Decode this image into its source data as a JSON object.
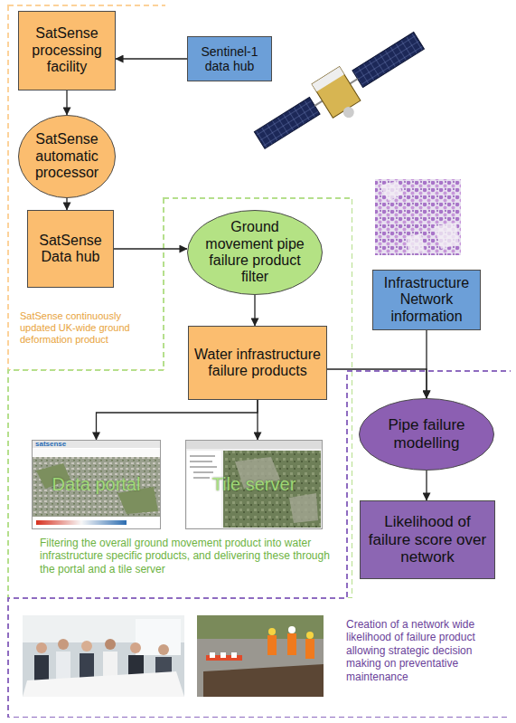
{
  "diagram": {
    "nodes": [
      {
        "text": [
          "SatSense continuously updated UK-wide ground deformation product"
        ]
      },
      {
        "text": [
          "SatSense processing facility"
        ],
        "in": 0
      },
      {
        "text": [
          "Sentinel-1 data hub"
        ]
      },
      {
        "text": [
          "SatSense automatic processor"
        ],
        "in": 0
      },
      {
        "text": [
          "SatSense Data hub"
        ],
        "in": 0
      },
      {
        "text": [
          "Filtering the overall ground movement product into water infrastructure specific products, and delivering these through the portal and a tile server"
        ]
      },
      {
        "text": [
          "Ground movement pipe failure product filter"
        ],
        "in": 5
      },
      {
        "text": [
          "Water infrastructure failure products"
        ],
        "in": 5
      },
      {
        "text": [
          "Infrastructure Network information"
        ]
      },
      {
        "text": [
          "Data portal"
        ],
        "in": 5
      },
      {
        "text": [
          "Tile server"
        ],
        "in": 5
      },
      {
        "text": [
          "Creation of a network wide likelihood of failure product allowing strategic decision making on preventative maintenance"
        ]
      },
      {
        "text": [
          "Pipe failure modelling"
        ],
        "in": 11
      },
      {
        "text": [
          "Likelihood of failure score over network"
        ],
        "in": 11
      }
    ],
    "edges": [
      {
        "from": 2,
        "to": 1,
        "arrow": "to"
      },
      {
        "from": 1,
        "to": 3,
        "arrow": "to"
      },
      {
        "from": 3,
        "to": 4,
        "arrow": "to"
      },
      {
        "from": 4,
        "to": 6,
        "arrow": "to"
      },
      {
        "from": 6,
        "to": 7,
        "arrow": "to"
      },
      {
        "from": 7,
        "to": 9,
        "arrow": "to"
      },
      {
        "from": 7,
        "to": 10,
        "arrow": "to"
      },
      {
        "from": 8,
        "to": 12,
        "arrow": "to"
      },
      {
        "from": 7,
        "to": 12,
        "arrow": "to"
      },
      {
        "from": 12,
        "to": 13,
        "arrow": "to"
      }
    ],
    "labels": [
      "satsense"
    ]
  }
}
